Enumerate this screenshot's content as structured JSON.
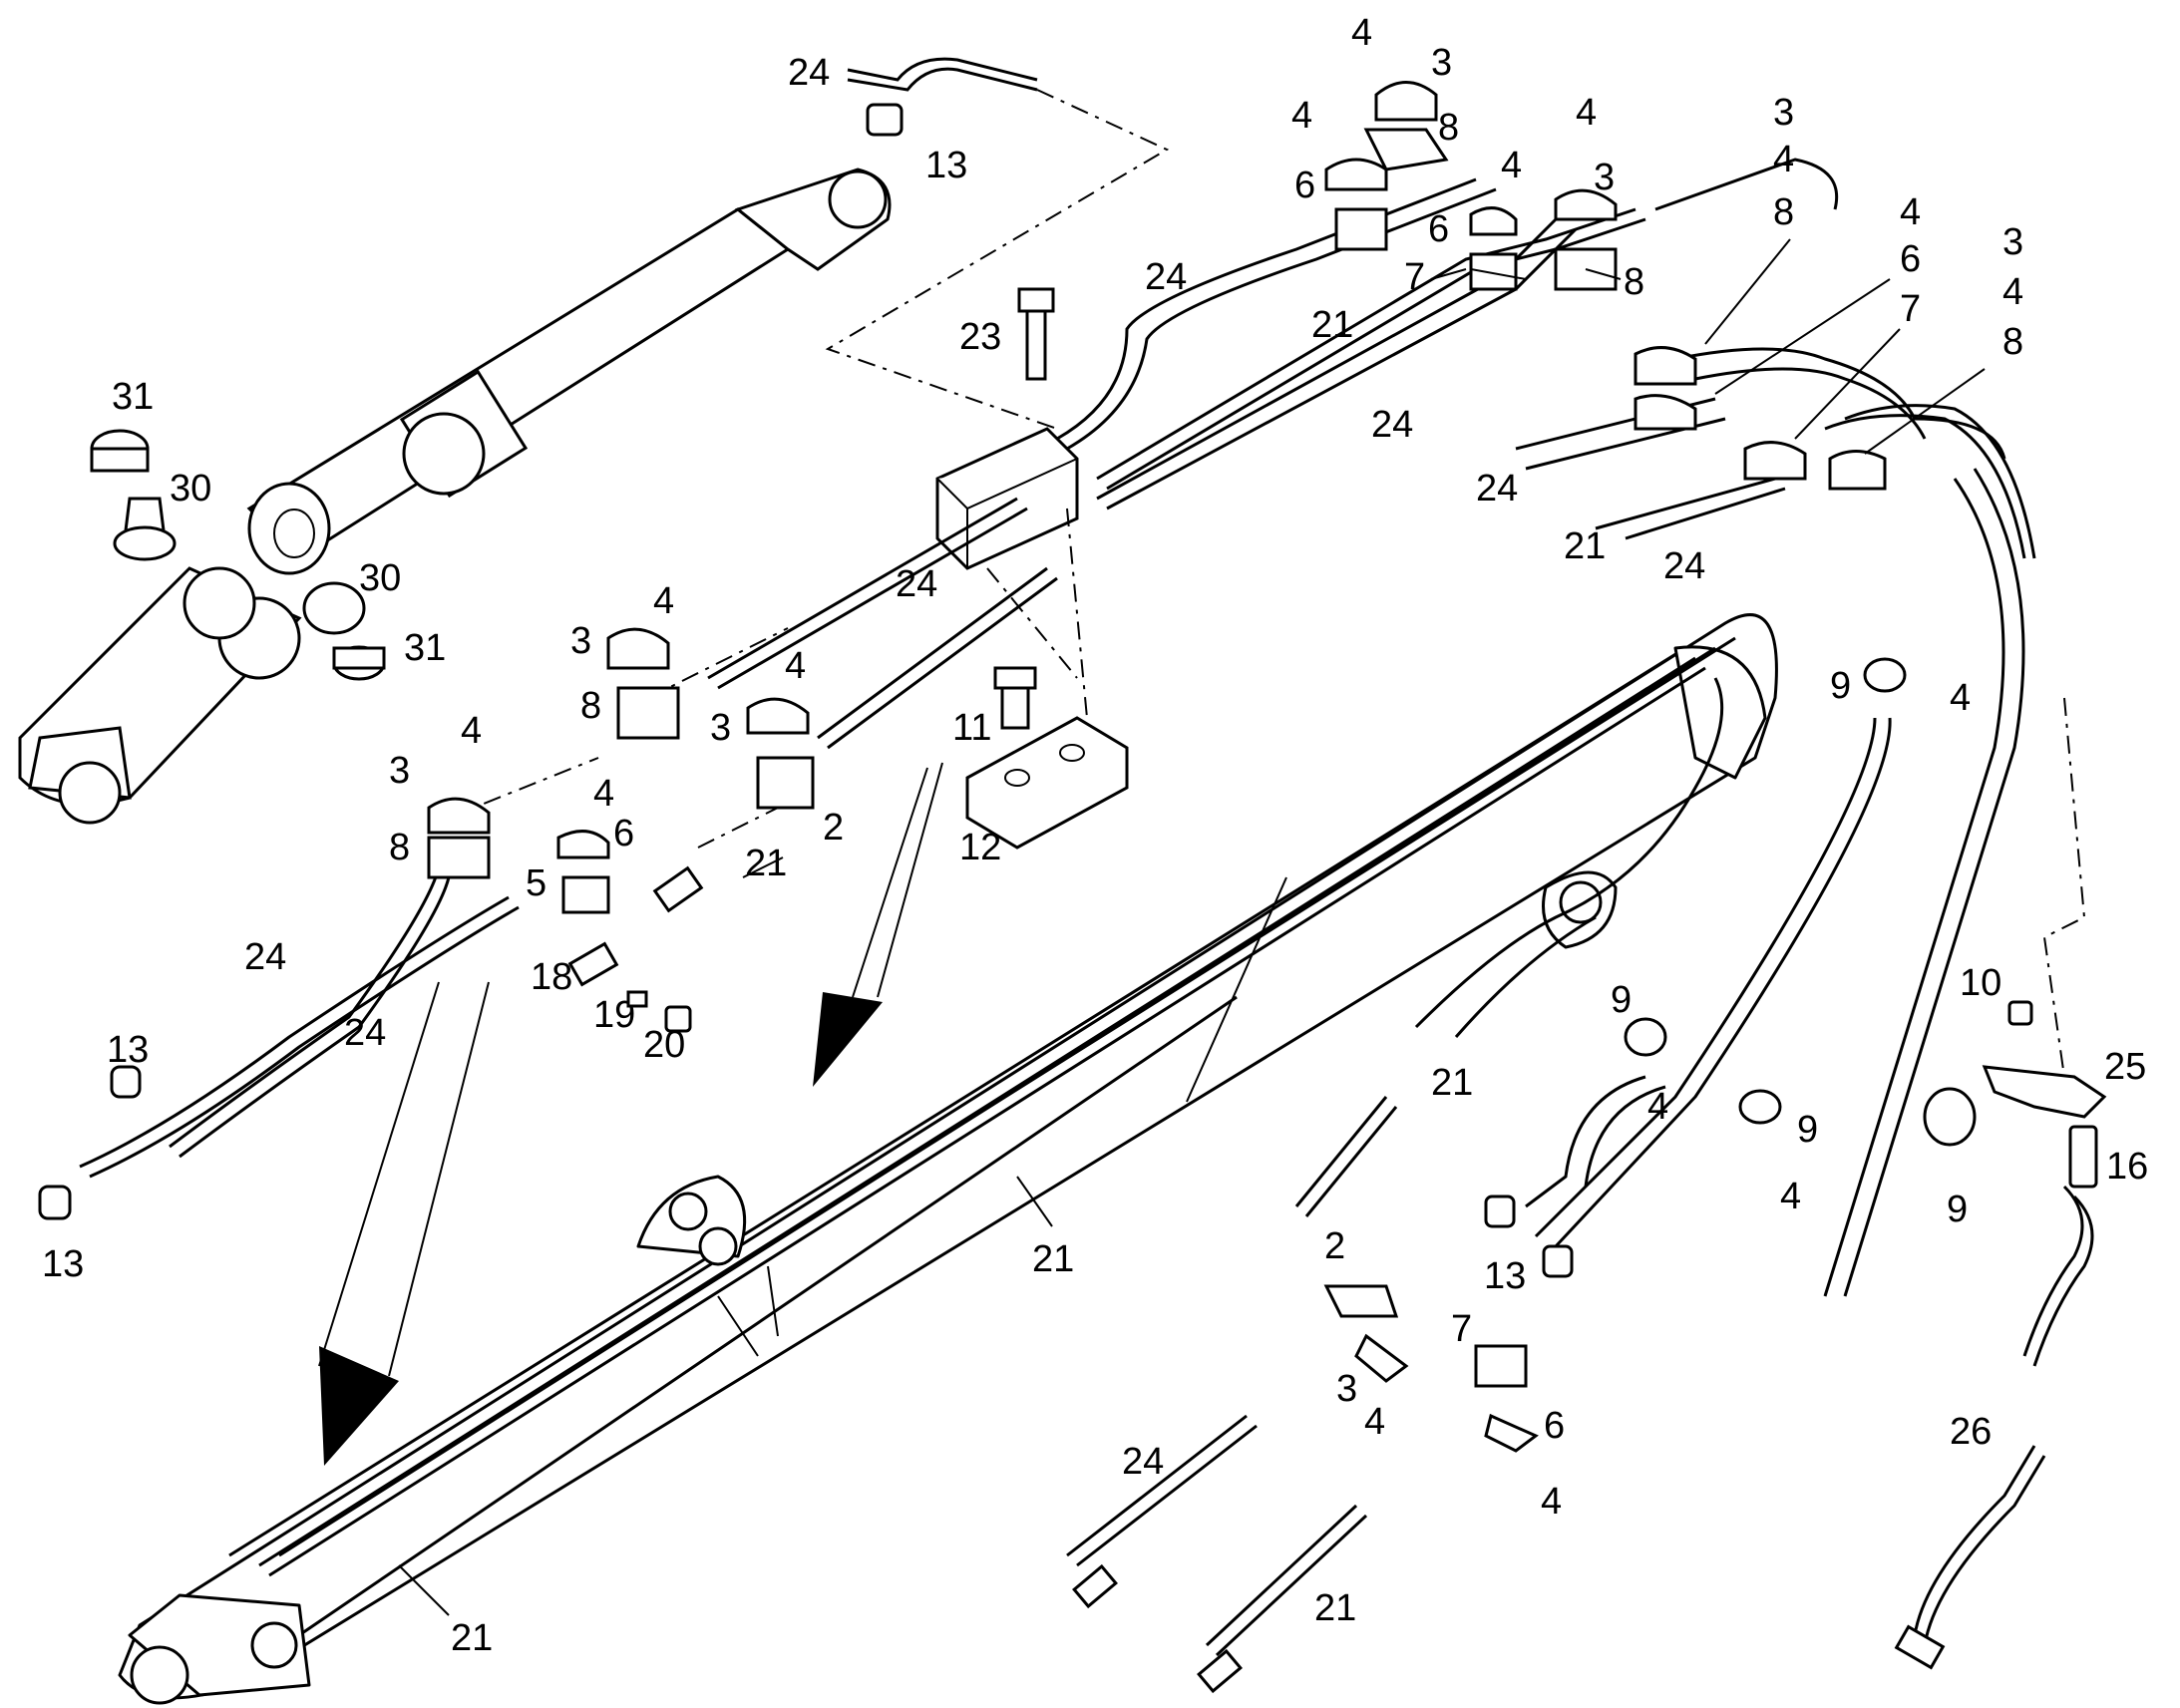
{
  "figure": {
    "type": "exploded parts diagram",
    "callouts": [
      {
        "id": "c-24-top",
        "text": "24"
      },
      {
        "id": "c-13-top",
        "text": "13"
      },
      {
        "id": "c-4-a",
        "text": "4"
      },
      {
        "id": "c-3-a",
        "text": "3"
      },
      {
        "id": "c-4-b",
        "text": "4"
      },
      {
        "id": "c-8-a",
        "text": "8"
      },
      {
        "id": "c-6-a",
        "text": "6"
      },
      {
        "id": "c-4-c",
        "text": "4"
      },
      {
        "id": "c-6-b",
        "text": "6"
      },
      {
        "id": "c-7-a",
        "text": "7"
      },
      {
        "id": "c-4-d",
        "text": "4"
      },
      {
        "id": "c-3-b",
        "text": "3"
      },
      {
        "id": "c-8-b",
        "text": "8"
      },
      {
        "id": "c-24-b",
        "text": "24"
      },
      {
        "id": "c-21-a",
        "text": "21"
      },
      {
        "id": "c-24-c",
        "text": "24"
      },
      {
        "id": "c-23",
        "text": "23"
      },
      {
        "id": "c-24-d",
        "text": "24"
      },
      {
        "id": "c-31-a",
        "text": "31"
      },
      {
        "id": "c-30-a",
        "text": "30"
      },
      {
        "id": "c-30-b",
        "text": "30"
      },
      {
        "id": "c-31-b",
        "text": "31"
      },
      {
        "id": "c-4-e",
        "text": "4"
      },
      {
        "id": "c-3-c",
        "text": "3"
      },
      {
        "id": "c-8-c",
        "text": "8"
      },
      {
        "id": "c-4-f",
        "text": "4"
      },
      {
        "id": "c-3-d",
        "text": "3"
      },
      {
        "id": "c-2-a",
        "text": "2"
      },
      {
        "id": "c-4-g",
        "text": "4"
      },
      {
        "id": "c-3-e",
        "text": "3"
      },
      {
        "id": "c-8-d",
        "text": "8"
      },
      {
        "id": "c-4-h",
        "text": "4"
      },
      {
        "id": "c-6-c",
        "text": "6"
      },
      {
        "id": "c-5",
        "text": "5"
      },
      {
        "id": "c-21-b",
        "text": "21"
      },
      {
        "id": "c-11",
        "text": "11"
      },
      {
        "id": "c-12",
        "text": "12"
      },
      {
        "id": "c-18",
        "text": "18"
      },
      {
        "id": "c-19",
        "text": "19"
      },
      {
        "id": "c-20",
        "text": "20"
      },
      {
        "id": "c-24-e",
        "text": "24"
      },
      {
        "id": "c-24-f",
        "text": "24"
      },
      {
        "id": "c-13-a",
        "text": "13"
      },
      {
        "id": "c-13-b",
        "text": "13"
      },
      {
        "id": "c-3-f",
        "text": "3"
      },
      {
        "id": "c-4-i",
        "text": "4"
      },
      {
        "id": "c-8-e",
        "text": "8"
      },
      {
        "id": "c-4-j",
        "text": "4"
      },
      {
        "id": "c-6-d",
        "text": "6"
      },
      {
        "id": "c-7-b",
        "text": "7"
      },
      {
        "id": "c-3-g",
        "text": "3"
      },
      {
        "id": "c-4-k",
        "text": "4"
      },
      {
        "id": "c-8-f",
        "text": "8"
      },
      {
        "id": "c-24-g",
        "text": "24"
      },
      {
        "id": "c-21-c",
        "text": "21"
      },
      {
        "id": "c-24-h",
        "text": "24"
      },
      {
        "id": "c-9-a",
        "text": "9"
      },
      {
        "id": "c-4-l",
        "text": "4"
      },
      {
        "id": "c-9-b",
        "text": "9"
      },
      {
        "id": "c-21-d",
        "text": "21"
      },
      {
        "id": "c-4-m",
        "text": "4"
      },
      {
        "id": "c-9-c",
        "text": "9"
      },
      {
        "id": "c-4-n",
        "text": "4"
      },
      {
        "id": "c-10",
        "text": "10"
      },
      {
        "id": "c-25",
        "text": "25"
      },
      {
        "id": "c-16",
        "text": "16"
      },
      {
        "id": "c-9-d",
        "text": "9"
      },
      {
        "id": "c-21-e",
        "text": "21"
      },
      {
        "id": "c-2-b",
        "text": "2"
      },
      {
        "id": "c-13-c",
        "text": "13"
      },
      {
        "id": "c-7-c",
        "text": "7"
      },
      {
        "id": "c-3-h",
        "text": "3"
      },
      {
        "id": "c-4-o",
        "text": "4"
      },
      {
        "id": "c-6-e",
        "text": "6"
      },
      {
        "id": "c-4-p",
        "text": "4"
      },
      {
        "id": "c-24-i",
        "text": "24"
      },
      {
        "id": "c-26",
        "text": "26"
      },
      {
        "id": "c-21-f",
        "text": "21"
      },
      {
        "id": "c-21-g",
        "text": "21"
      }
    ]
  }
}
